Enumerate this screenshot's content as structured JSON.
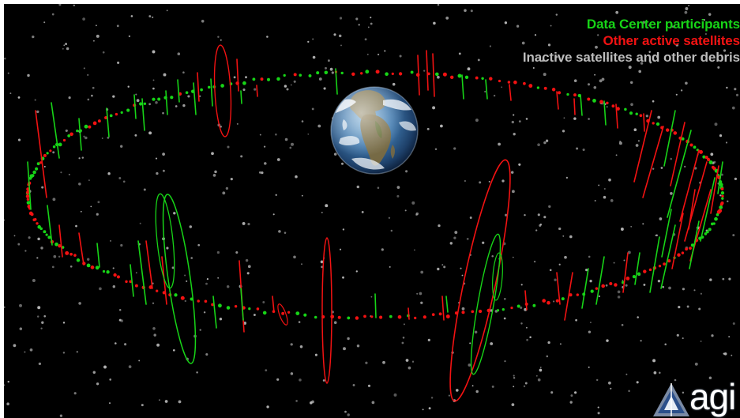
{
  "legend": {
    "participants": {
      "label": "Data Center participants",
      "color": "#17d417"
    },
    "other_active": {
      "label": "Other active satellites",
      "color": "#f21212"
    },
    "inactive": {
      "label": "Inactive satellites and other debris",
      "color": "#bdbdbd"
    }
  },
  "logo": {
    "text": "agi",
    "icon": "agi-triangle-logo-icon"
  },
  "scene": {
    "background": "#000000",
    "earth_icon": "earth-globe-icon",
    "ring_icon": "geostationary-belt-ring"
  }
}
